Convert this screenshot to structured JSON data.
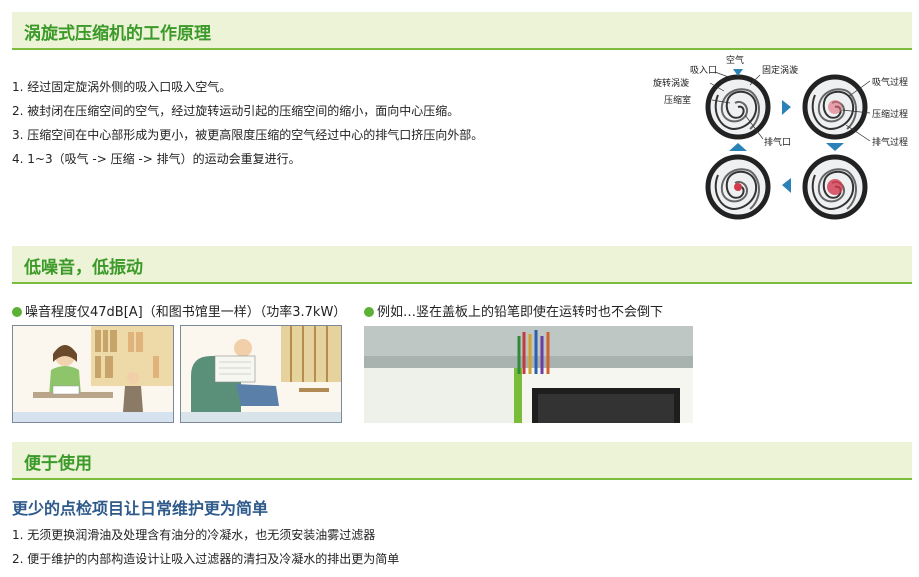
{
  "sections": [
    {
      "title": "涡旋式压缩机的工作原理"
    },
    {
      "title": "低噪音，低振动"
    },
    {
      "title": "便于使用"
    }
  ],
  "principle": {
    "steps": [
      "1. 经过固定旋涡外侧的吸入口吸入空气。",
      "2. 被封闭在压缩空间的空气，经过旋转运动引起的压缩空间的缩小，面向中心压缩。",
      "3. 压缩空间在中心部形成为更小，被更高限度压缩的空气经过中心的排气口挤压向外部。",
      "4. 1~3（吸气 -> 压缩 -> 排气）的运动会重复进行。"
    ],
    "diagram_labels": {
      "air": "空气",
      "intake": "吸入口",
      "fixed_scroll": "固定涡漩",
      "orbiting_scroll": "旋转涡漩",
      "compression_chamber": "压缩室",
      "exhaust_port": "排气口",
      "intake_process": "吸气过程",
      "compression_process": "压缩过程",
      "exhaust_process": "排气过程"
    }
  },
  "noise": {
    "left_title": "噪音程度仅47dB[A]（和图书馆里一样）（功率3.7kW）",
    "right_title": "例如…竖在盖板上的铅笔即使在运转时也不会倒下"
  },
  "usability": {
    "subtitle": "更少的点检项目让日常维护更为简单",
    "items": [
      "1. 无须更换润滑油及处理含有油分的冷凝水，也无须安装油雾过滤器",
      "2. 便于维护的内部构造设计让吸入过滤器的清扫及冷凝水的排出更为简单"
    ]
  },
  "colors": {
    "accent": "#3b9a2a",
    "header_bg": "#edf3d6",
    "subtitle": "#2e5a8a",
    "bullet": "#5cb135"
  }
}
